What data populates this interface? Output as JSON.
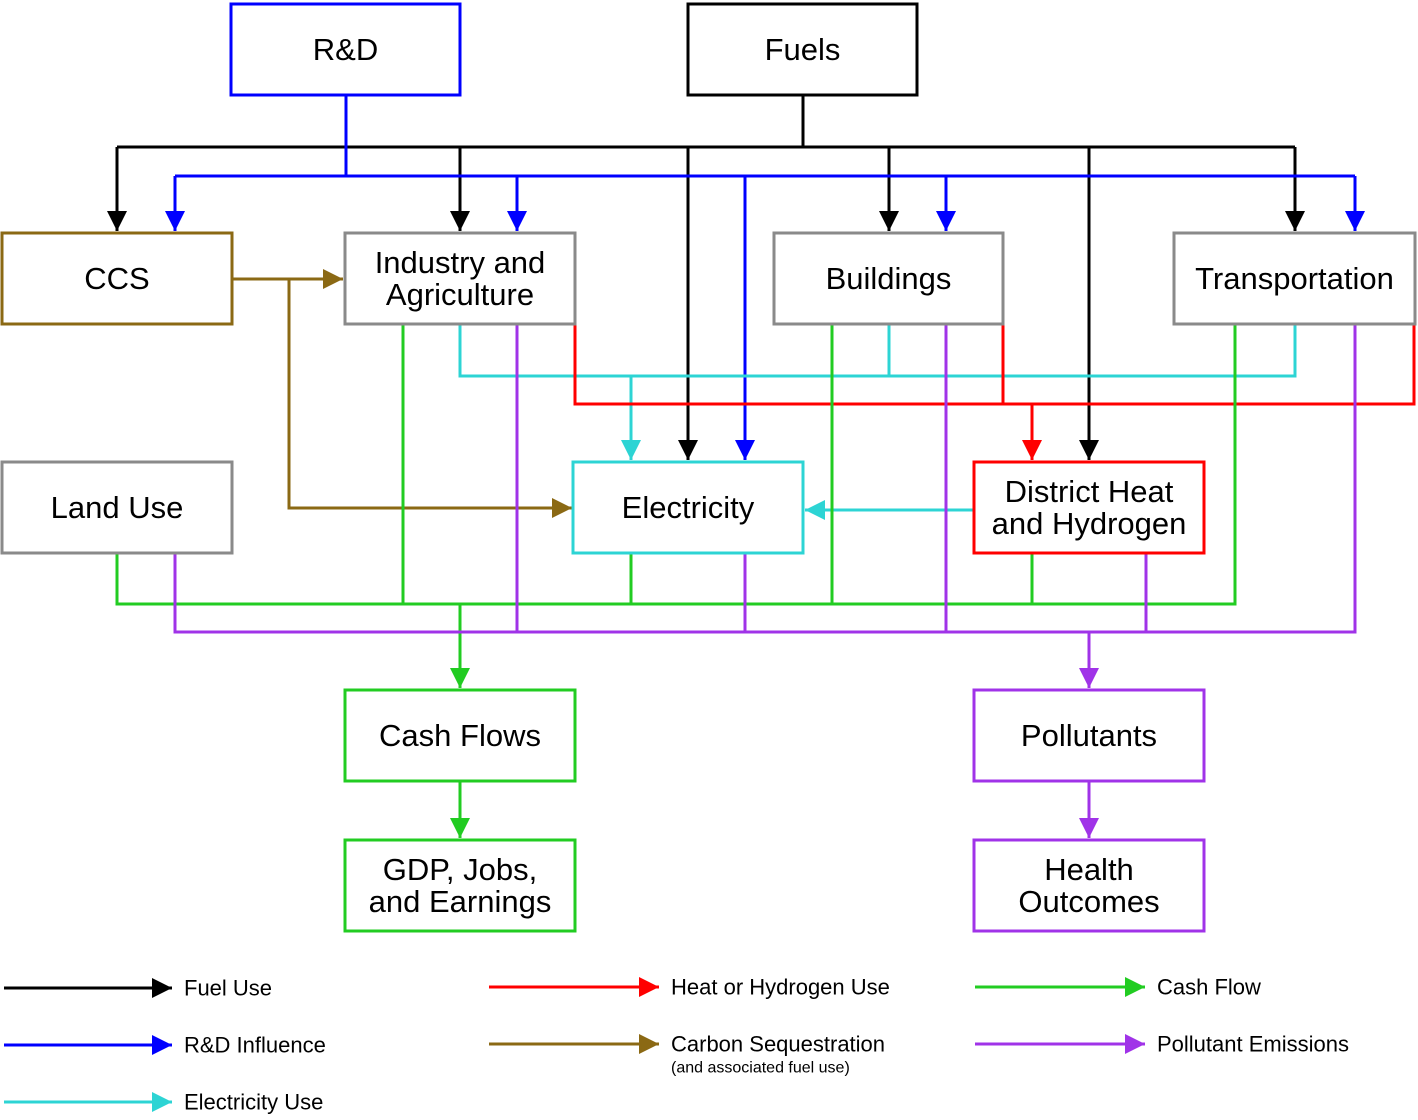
{
  "colors": {
    "fuel": "#000000",
    "rd": "#0000ff",
    "carbon": "#8b6914",
    "electricity": "#2dd4d4",
    "heat": "#ff0000",
    "cash": "#22cc22",
    "pollutant": "#a033e8",
    "neutral": "#8a8a8a"
  },
  "nodes": {
    "rd": [
      "R&D"
    ],
    "fuels": [
      "Fuels"
    ],
    "ccs": [
      "CCS"
    ],
    "industry": [
      "Industry and",
      "Agriculture"
    ],
    "buildings": [
      "Buildings"
    ],
    "transportation": [
      "Transportation"
    ],
    "land_use": [
      "Land Use"
    ],
    "electricity": [
      "Electricity"
    ],
    "district_heat": [
      "District Heat",
      "and Hydrogen"
    ],
    "cash_flows": [
      "Cash Flows"
    ],
    "gdp": [
      "GDP, Jobs,",
      "and Earnings"
    ],
    "pollutants": [
      "Pollutants"
    ],
    "health": [
      "Health",
      "Outcomes"
    ]
  },
  "legend": {
    "fuel_use": "Fuel Use",
    "rd_influence": "R&D Influence",
    "electricity_use": "Electricity Use",
    "heat_hydrogen_use": "Heat or Hydrogen Use",
    "carbon_sequestration": "Carbon Sequestration",
    "carbon_sequestration_note": "(and associated fuel use)",
    "cash_flow": "Cash Flow",
    "pollutant_emissions": "Pollutant Emissions"
  }
}
